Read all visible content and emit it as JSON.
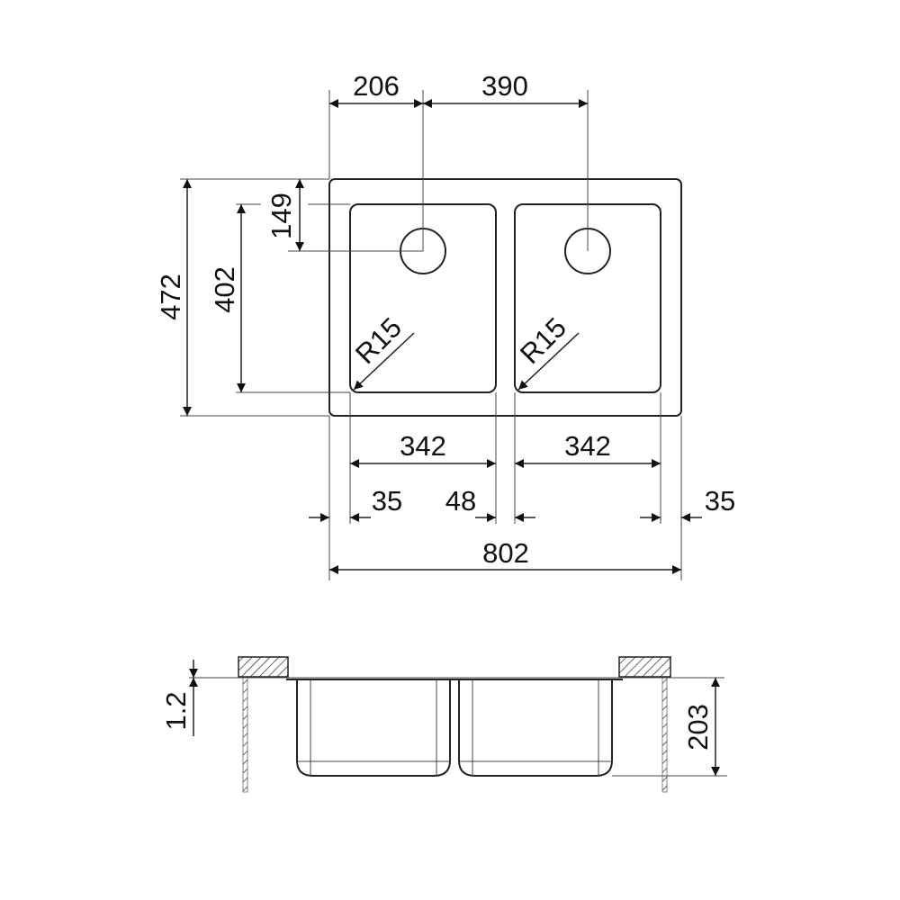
{
  "plan_view": {
    "dim_drain_left_offset": "206",
    "dim_drain_spacing": "390",
    "dim_overall_depth": "472",
    "dim_bowl_depth": "402",
    "dim_drain_from_edge": "149",
    "radius_left": "R15",
    "radius_right": "R15",
    "dim_bowl_width_left": "342",
    "dim_bowl_width_right": "342",
    "dim_margin_left": "35",
    "dim_divider": "48",
    "dim_margin_right": "35",
    "dim_overall_width": "802"
  },
  "section_view": {
    "dim_rim_thickness": "1.2",
    "dim_bowl_height": "203"
  }
}
